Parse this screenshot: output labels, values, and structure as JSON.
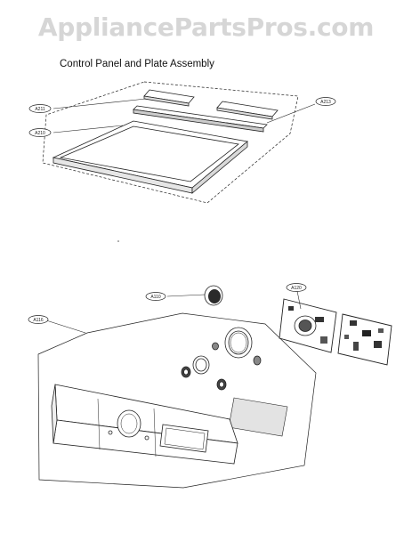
{
  "watermark": "AppliancePartsPros.com",
  "title": "Control Panel and Plate Assembly",
  "callouts": {
    "plate_top": "A211",
    "plate_frame": "A210",
    "plate_bracket": "A213",
    "knob": "A110",
    "panel": "A116",
    "pcb": "A120"
  }
}
